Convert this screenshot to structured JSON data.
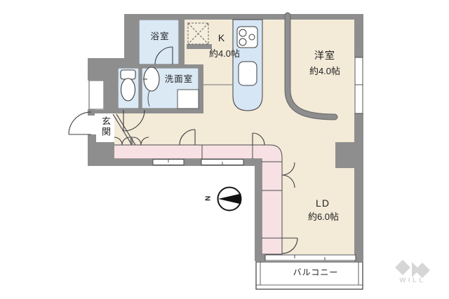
{
  "plan": {
    "rooms": [
      {
        "id": "bathroom",
        "label": "浴室"
      },
      {
        "id": "washroom",
        "label": "洗面室"
      },
      {
        "id": "entrance",
        "label": "玄関"
      },
      {
        "id": "kitchen",
        "label": "K",
        "size": "約4.0帖"
      },
      {
        "id": "western-room",
        "label": "洋室",
        "size": "約4.0帖"
      },
      {
        "id": "living-dining",
        "label": "LD",
        "size": "約6.0帖"
      },
      {
        "id": "balcony",
        "label": "バルコニー"
      }
    ],
    "compass": {
      "north_label": "N"
    },
    "watermark": {
      "text": "WILL"
    },
    "colors": {
      "wall": "#8e8e8e",
      "room_floor": "#f3ead8",
      "corridor_floor": "#f8e1e5",
      "wet_area_floor": "#dbe9f5",
      "kitchen_counter": "#d7e6f4",
      "fixture_white": "#ffffff",
      "outline": "#3f3f3f",
      "watermark_gray": "#d6d6d6"
    },
    "icons": [
      "toilet-icon",
      "washbasin-icon",
      "washing-machine-pan-icon",
      "refrigerator-space-icon",
      "stove-icon",
      "kitchen-sink-icon",
      "door-swing-icon",
      "double-door-icon",
      "window-icon",
      "compass-north-icon",
      "will-logo-icon"
    ]
  }
}
